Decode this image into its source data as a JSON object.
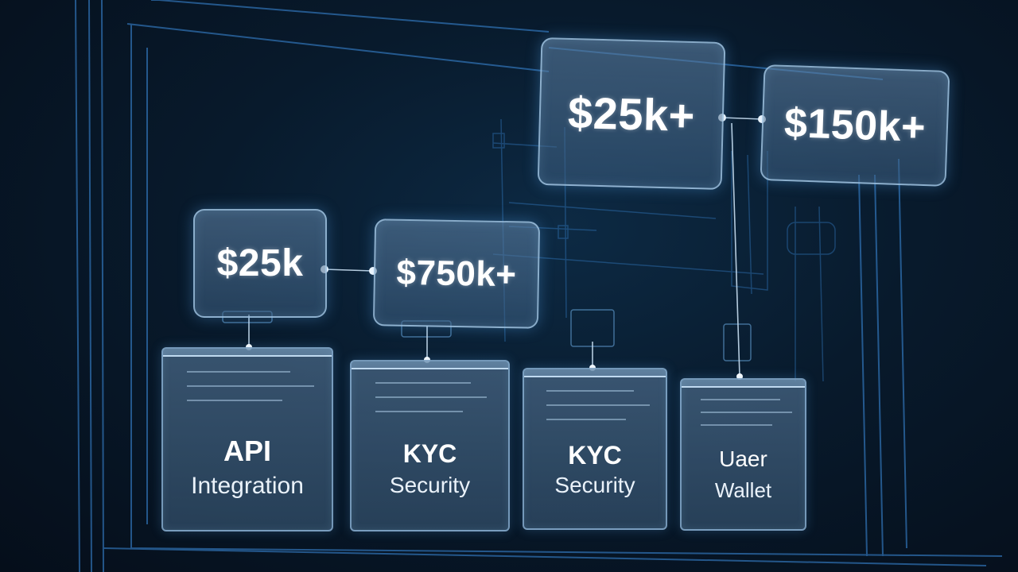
{
  "price_boxes": {
    "top_left": "$25k+",
    "top_right": "$150k+",
    "mid_left": "$25k",
    "mid_right": "$750k+"
  },
  "modules": [
    {
      "title": "API",
      "subtitle": "Integration"
    },
    {
      "title": "KYC",
      "subtitle": "Security"
    },
    {
      "title": "KYC",
      "subtitle": "Security"
    },
    {
      "title": "Uaer",
      "subtitle": "Wallet"
    }
  ],
  "colors": {
    "background": "#081a2c",
    "blueprint_line": "#3c8ee0",
    "box_border": "#aacdeb",
    "text": "#ffffff"
  }
}
